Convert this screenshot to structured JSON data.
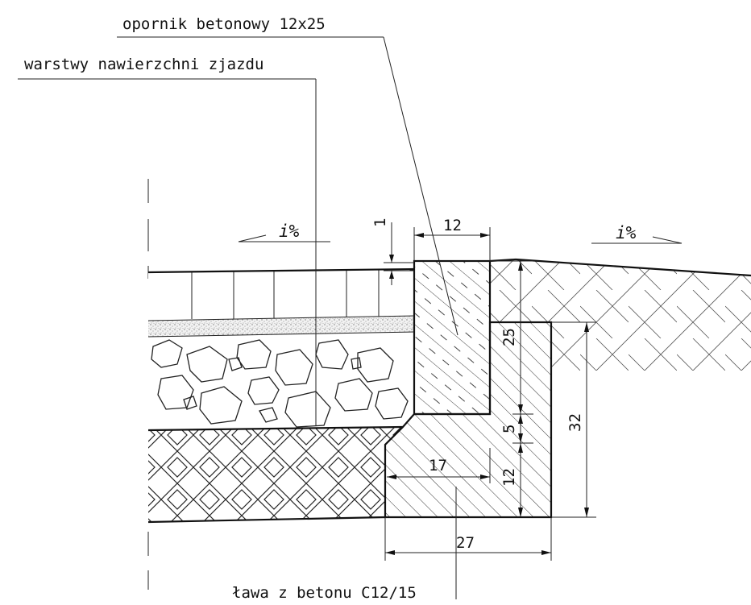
{
  "labels": {
    "curb": "opornik betonowy 12x25",
    "layers": "warstwy nawierzchni zjazdu",
    "bench": "ława z betonu C12/15"
  },
  "slope_left": "i%",
  "slope_right": "i%",
  "dimensions": {
    "gap": "1",
    "curb_width": "12",
    "curb_height": "25",
    "bench_total_height": "32",
    "bench_step": "5",
    "bench_lower": "12",
    "bench_inner": "17",
    "bench_width": "27"
  }
}
